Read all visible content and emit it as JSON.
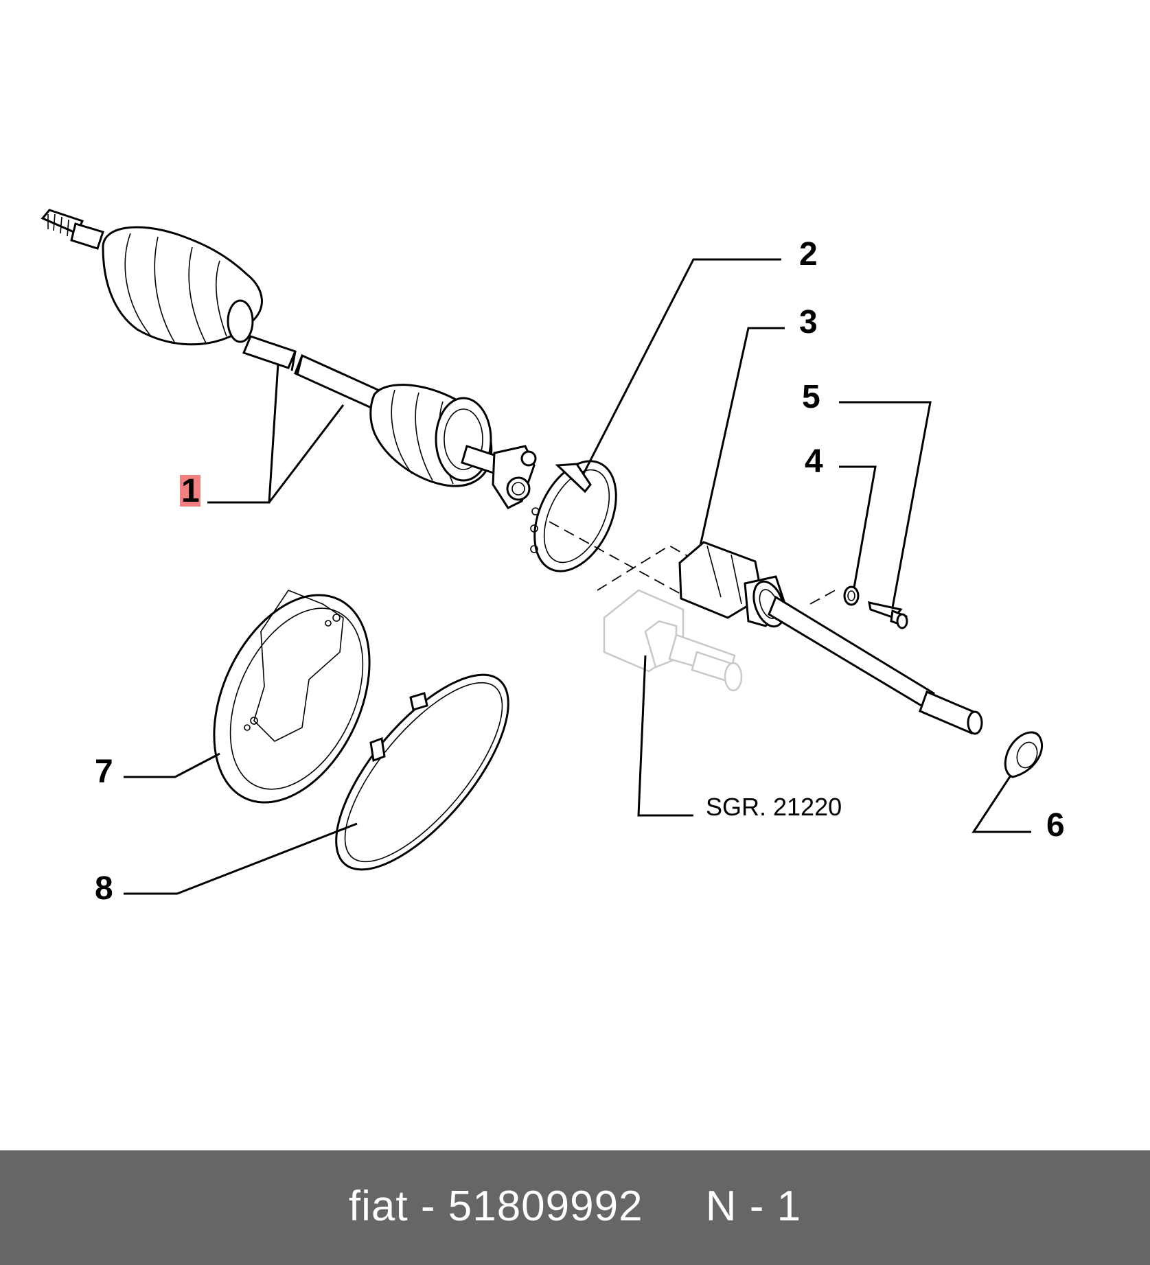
{
  "diagram": {
    "callouts": [
      {
        "id": "1",
        "label": "1",
        "highlight": true
      },
      {
        "id": "2",
        "label": "2"
      },
      {
        "id": "3",
        "label": "3"
      },
      {
        "id": "4",
        "label": "4"
      },
      {
        "id": "5",
        "label": "5"
      },
      {
        "id": "6",
        "label": "6"
      },
      {
        "id": "7",
        "label": "7"
      },
      {
        "id": "8",
        "label": "8"
      }
    ],
    "reference_label": "SGR. 21220",
    "highlight_color": "#f08080"
  },
  "footer": {
    "text": "fiat - 51809992     N - 1",
    "background": "#666666",
    "text_color": "#ffffff"
  }
}
